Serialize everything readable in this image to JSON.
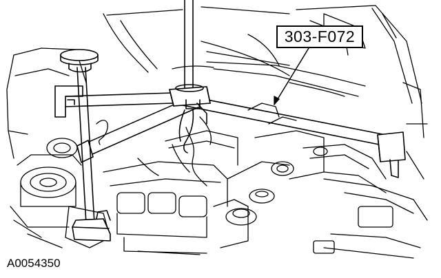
{
  "figure": {
    "callout_label": "303-F072",
    "figure_id": "A0054350"
  },
  "colors": {
    "line": "#000000",
    "background": "#ffffff"
  },
  "icons": [
    "engine-bay-illustration",
    "support-bar-tool",
    "leader-arrow"
  ]
}
